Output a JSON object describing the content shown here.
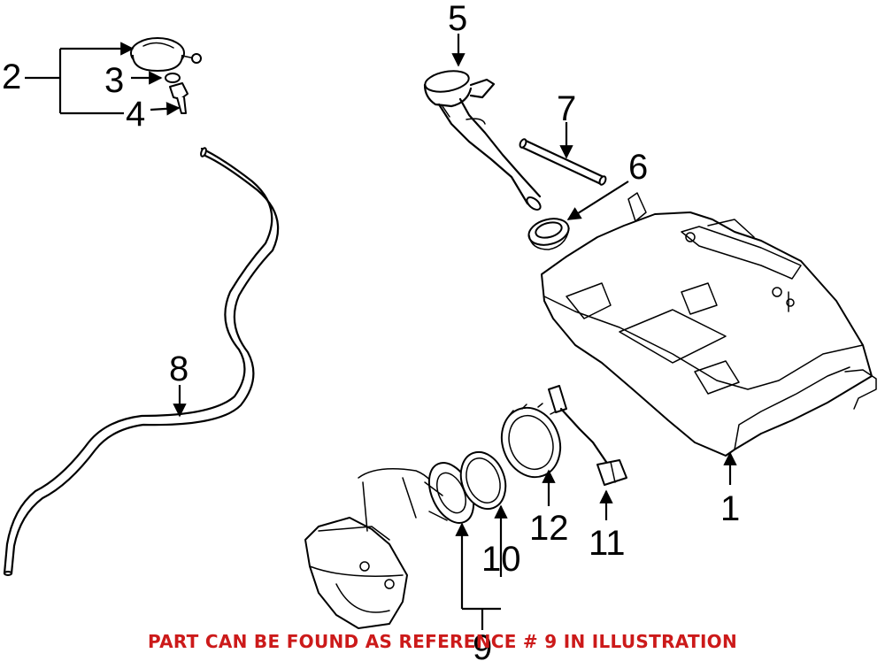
{
  "callouts": {
    "c1": "1",
    "c2": "2",
    "c3": "3",
    "c4": "4",
    "c5": "5",
    "c6": "6",
    "c7": "7",
    "c8": "8",
    "c9": "9",
    "c10": "10",
    "c11": "11",
    "c12": "12"
  },
  "footer_note": "PART CAN BE FOUND AS REFERENCE # 9 IN ILLUSTRATION",
  "colors": {
    "note": "#cc1a1a",
    "lines": "#000000",
    "background": "#ffffff"
  }
}
